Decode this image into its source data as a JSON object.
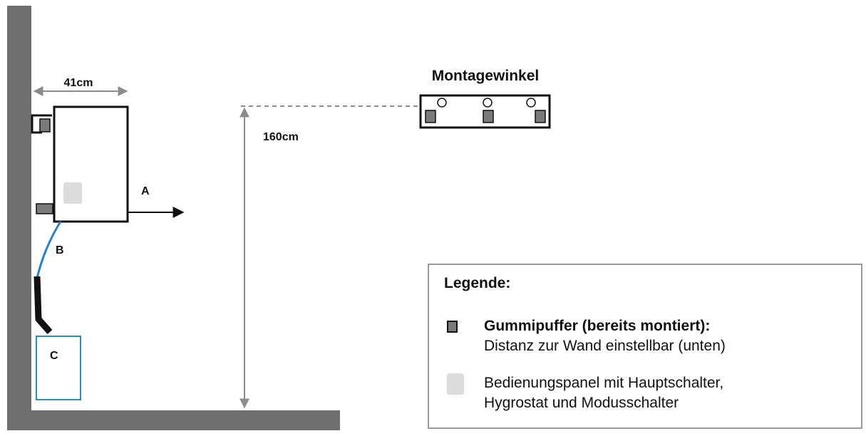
{
  "diagram": {
    "labels": {
      "width": "41cm",
      "height": "160cm",
      "bracket_title": "Montagewinkel",
      "a": "A",
      "b": "B",
      "c": "C"
    },
    "colors": {
      "wall": "#6f6f6f",
      "outline": "#111111",
      "buffer": "#7a7a7a",
      "panel": "#dcdcdc",
      "hose": "#2a7fc4",
      "tank": "#2a8fb8",
      "dimension": "#8c8c8c"
    }
  },
  "legend": {
    "title": "Legende:",
    "items": [
      {
        "icon": "rubber-buffer-icon",
        "title": "Gummipuffer (bereits montiert):",
        "lines": [
          "Distanz zur Wand einstellbar (unten)"
        ]
      },
      {
        "icon": "control-panel-icon",
        "title": "",
        "lines": [
          "Bedienungspanel mit Hauptschalter,",
          "Hygrostat und Modusschalter"
        ]
      }
    ]
  }
}
